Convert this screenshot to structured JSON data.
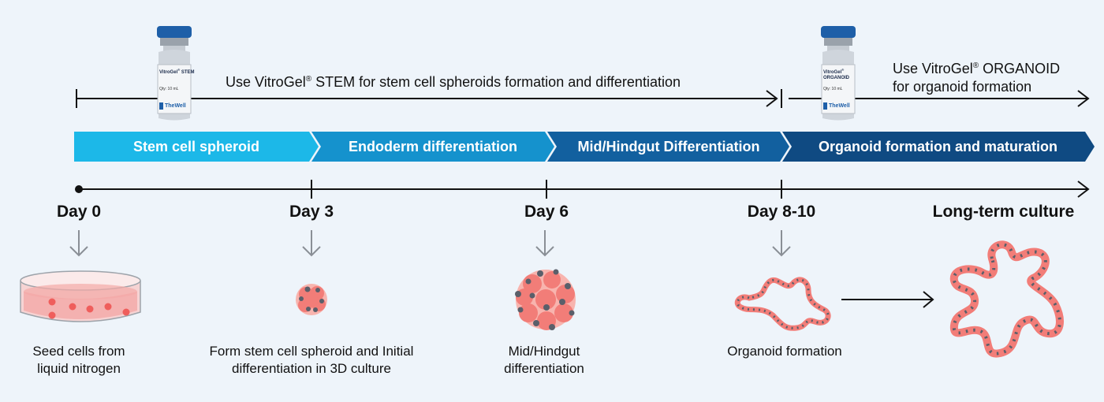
{
  "top_notes": {
    "stem": {
      "prefix": "Use VitroGel",
      "reg": "®",
      "suffix": " STEM for stem cell spheroids formation and differentiation"
    },
    "organoid_line1": {
      "prefix": "Use VitroGel",
      "reg": "®",
      "suffix": " ORGANOID"
    },
    "organoid_line2": "for organoid formation"
  },
  "vials": [
    {
      "brand": "VitroGel",
      "reg": "®",
      "product": "STEM",
      "volume": "Qty: 10 mL",
      "maker": "TheWell"
    },
    {
      "brand": "VitroGel",
      "reg": "®",
      "product": "ORGANOID",
      "volume": "Qty: 10 mL",
      "maker": "TheWell"
    }
  ],
  "stages": [
    {
      "label": "Stem cell spheroid",
      "color": "#1cb8e8"
    },
    {
      "label": "Endoderm differentiation",
      "color": "#1592cd"
    },
    {
      "label": "Mid/Hindgut Differentiation",
      "color": "#12609f"
    },
    {
      "label": "Organoid formation and maturation",
      "color": "#0f4a82"
    }
  ],
  "days": [
    "Day 0",
    "Day 3",
    "Day 6",
    "Day 8-10",
    "Long-term culture"
  ],
  "steps": [
    {
      "line1": "Seed cells from",
      "line2": "liquid nitrogen"
    },
    {
      "line1": "Form stem cell spheroid and Initial",
      "line2": "differentiation in 3D culture"
    },
    {
      "line1": "Mid/Hindgut",
      "line2": "differentiation"
    },
    {
      "line1": "Organoid formation",
      "line2": ""
    }
  ],
  "colors": {
    "cell_pink": "#f27d78",
    "cell_light": "#f8b4ae",
    "nucleus": "#5a5f6a",
    "line": "#111111",
    "down_arrow": "#8a8f96"
  }
}
